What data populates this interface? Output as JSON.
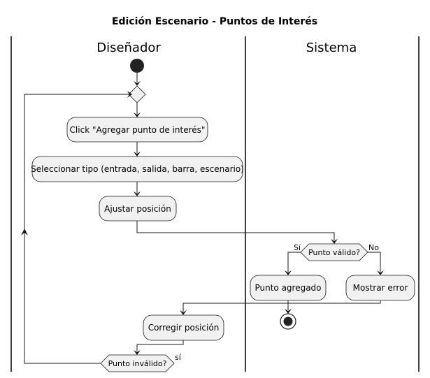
{
  "diagram": {
    "title": "Edición Escenario - Puntos de Interés",
    "lanes": [
      {
        "id": "designer",
        "label": "Diseñador"
      },
      {
        "id": "system",
        "label": "Sistema"
      }
    ],
    "nodes": {
      "start": {
        "type": "start"
      },
      "merge": {
        "type": "merge"
      },
      "click_add": {
        "type": "action",
        "label": "Click \"Agregar punto de interés\""
      },
      "select_type": {
        "type": "action",
        "label": "Seleccionar tipo (entrada, salida, barra, escenario)"
      },
      "adjust_position": {
        "type": "action",
        "label": "Ajustar posición"
      },
      "valid_decision": {
        "type": "decision",
        "label": "Punto válido?",
        "yes_label": "Sí",
        "no_label": "No"
      },
      "point_added": {
        "type": "action",
        "label": "Punto agregado"
      },
      "show_error": {
        "type": "action",
        "label": "Mostrar error"
      },
      "stop": {
        "type": "end"
      },
      "correct_position": {
        "type": "action",
        "label": "Corregir posición"
      },
      "invalid_decision": {
        "type": "decision",
        "label": "Punto inválido?",
        "yes_label": "sí"
      }
    }
  }
}
